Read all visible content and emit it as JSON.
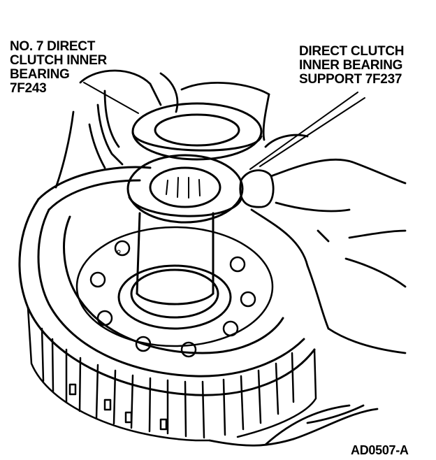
{
  "callouts": {
    "left": {
      "lines": [
        "NO. 7 DIRECT",
        "CLUTCH INNER",
        "BEARING",
        "7F243"
      ]
    },
    "right": {
      "lines": [
        "DIRECT CLUTCH",
        "INNER BEARING",
        "SUPPORT 7F237"
      ]
    }
  },
  "figure_id": "AD0507-A",
  "colors": {
    "ink": "#000000",
    "paper": "#ffffff"
  }
}
